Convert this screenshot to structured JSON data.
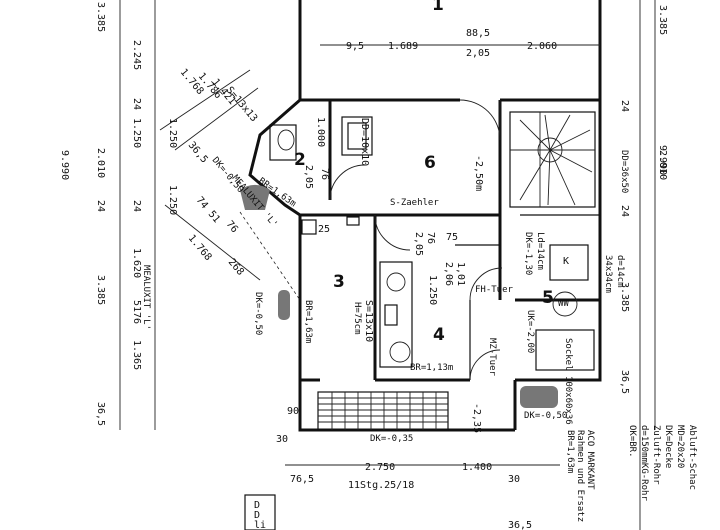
{
  "rooms": {
    "r1": "1",
    "r2": "2",
    "r3": "3",
    "r4": "4",
    "r5": "5",
    "r6": "6"
  },
  "top": {
    "d_9_5": "9,5",
    "d_1689": "1.689",
    "d_88_5": "88,5",
    "d_2_05": "2,05",
    "d_2060": "2.060"
  },
  "left_col": {
    "a3385": "3.385",
    "a2245": "2.245",
    "a24": "24",
    "a1250": "1.250",
    "a2010": "2.010",
    "a24b": "24",
    "a1620": "1.620",
    "a3385b": "3.385",
    "a51": "51",
    "a1365": "1.365",
    "a36_5": "36,5"
  },
  "left_col2": {
    "b1250": "1.250",
    "b1250b": "1.250",
    "b9990": "9.990",
    "b24": "24",
    "b76": "76"
  },
  "right_col": {
    "c3385": "3.385",
    "c9990": "9.990",
    "c24": "24",
    "c2010": "2.010",
    "c24b": "24",
    "c3385b": "3.385",
    "c36_5": "36,5"
  },
  "diag": {
    "d1768": "1.768",
    "d1786": "1.786",
    "d1421": "1.421",
    "d13x13": "S=13x13",
    "d36_5": "36,5",
    "dk050": "DK=-0,50",
    "mealuxit": "MEALUXIT 'L'",
    "d74": "74",
    "d51": "51",
    "d76": "76",
    "d1768b": "1.768",
    "d268": "268",
    "mealuxit2": "MEALUXIT 'L'",
    "dk050b": "DK=-0,50"
  },
  "interior": {
    "d1000": "1.000",
    "d2_05": "2,05",
    "d76": "76",
    "dd": "DD=10x10",
    "d2_50": "-2,50m",
    "br163": "BR=1,63m",
    "szaehler": "S-Zaehler",
    "d25": "25",
    "d76b": "76",
    "d2_05b": "2,05",
    "d75": "75",
    "d1_01": "1,01",
    "d2_06": "2,06",
    "d1250": "1.250",
    "s13x10": "S=13x10",
    "h75": "H=75cm",
    "br163b": "BR=1,63m",
    "br113": "BR=1,13m",
    "mztuer": "MZ-Tuer",
    "d2_35": "-2,35",
    "dk035": "DK=-0,35",
    "dk050c": "DK=-0,50",
    "fhtuer": "FH-Tuer",
    "dk130": "DK=-1,30",
    "ld14": "Ld=14cm",
    "uk200": "UK=-2,00",
    "k": "K",
    "ww": "WW",
    "d14": "d=14cm",
    "d34x34": "34x34cm",
    "dd3650": "DD=36x50",
    "soeckel": "Sockel 100x60x36",
    "d90": "90",
    "d30": "30"
  },
  "bottom": {
    "e76_5": "76,5",
    "e2750": "2.750",
    "e1400": "1.400",
    "e30": "30",
    "stg": "11Stg.25/18",
    "e36_5": "36,5"
  },
  "legend": {
    "l1": "Abluft-Schac",
    "l2": "MD=20x20",
    "l3": "DK=Decke",
    "l4": "Zuluft-Rohr",
    "l5": "d=150mmKG-Rohr",
    "l6": "OK=BR.",
    "l7": "ACO MARKANT",
    "l8": "Rahmen und Ersatz",
    "l9": "BR=1,63m"
  },
  "corner": {
    "c1": "D",
    "c2": "D",
    "c3": "li"
  }
}
